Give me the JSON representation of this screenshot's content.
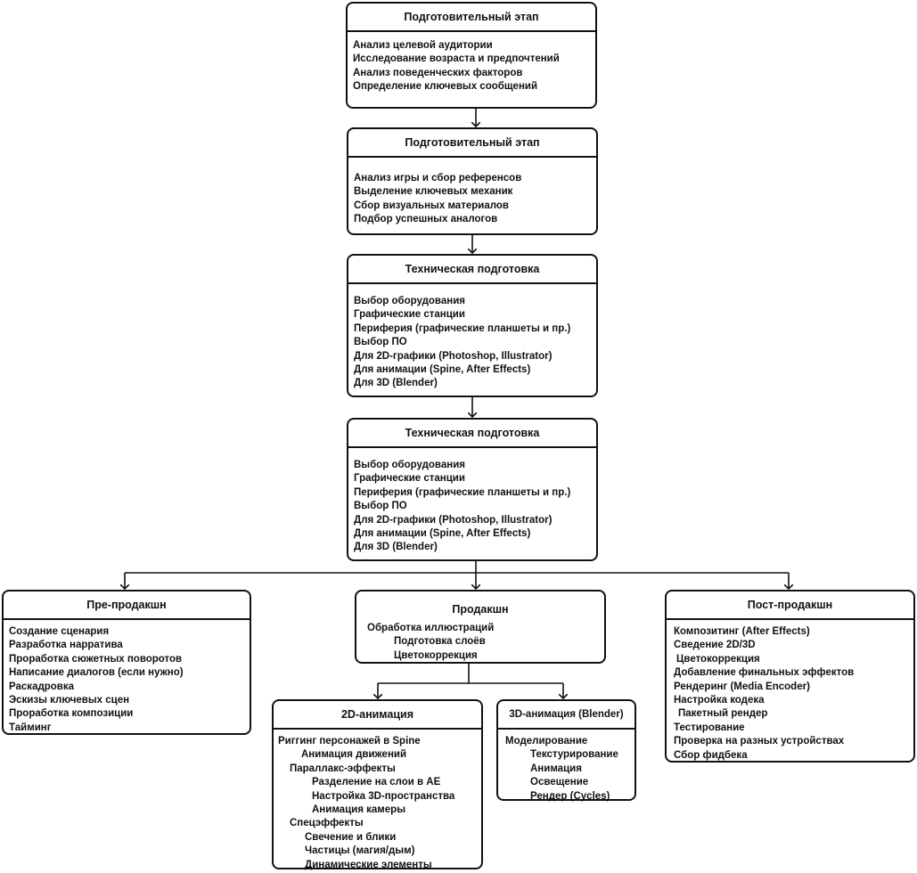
{
  "boxes": [
    {
      "title": "Подготовительный этап",
      "items": [
        {
          "text": "Анализ целевой аудитории",
          "level": 0
        },
        {
          "text": "Исследование возраста и предпочтений",
          "level": 0
        },
        {
          "text": "Анализ поведенческих факторов",
          "level": 0
        },
        {
          "text": "Определение ключевых сообщений",
          "level": 0
        }
      ]
    },
    {
      "title": "Подготовительный этап",
      "items": [
        {
          "text": "Анализ игры и сбор референсов",
          "level": 0
        },
        {
          "text": "Выделение ключевых механик",
          "level": 0
        },
        {
          "text": "Сбор визуальных материалов",
          "level": 0
        },
        {
          "text": "Подбор успешных аналогов",
          "level": 0
        }
      ]
    },
    {
      "title": "Техническая подготовка",
      "items": [
        {
          "text": "Выбор оборудования",
          "level": 0
        },
        {
          "text": "Графические станции",
          "level": 0
        },
        {
          "text": "Периферия (графические планшеты и пр.)",
          "level": 0
        },
        {
          "text": "Выбор ПО",
          "level": 0
        },
        {
          "text": "Для 2D-графики (Photoshop, Illustrator)",
          "level": 0
        },
        {
          "text": "Для анимации (Spine, After Effects)",
          "level": 0
        },
        {
          "text": "Для 3D (Blender)",
          "level": 0
        }
      ]
    },
    {
      "title": "Техническая подготовка",
      "items": [
        {
          "text": "Выбор оборудования",
          "level": 0
        },
        {
          "text": "Графические станции",
          "level": 0
        },
        {
          "text": "Периферия (графические планшеты и пр.)",
          "level": 0
        },
        {
          "text": "Выбор ПО",
          "level": 0
        },
        {
          "text": "Для 2D-графики (Photoshop, Illustrator)",
          "level": 0
        },
        {
          "text": "Для анимации (Spine, After Effects)",
          "level": 0
        },
        {
          "text": "Для 3D (Blender)",
          "level": 0
        }
      ]
    },
    {
      "title": "Пре-продакшн",
      "items": [
        {
          "text": "Создание сценария",
          "level": 0
        },
        {
          "text": "Разработка нарратива",
          "level": 0
        },
        {
          "text": "Проработка сюжетных поворотов",
          "level": 0
        },
        {
          "text": "Написание диалогов (если нужно)",
          "level": 0
        },
        {
          "text": "Раскадровка",
          "level": 0
        },
        {
          "text": "Эскизы ключевых сцен",
          "level": 0
        },
        {
          "text": "Проработка композиции",
          "level": 0
        },
        {
          "text": "Тайминг",
          "level": 0
        }
      ]
    },
    {
      "title": "Продакшн",
      "items": [
        {
          "text": "Обработка иллюстраций",
          "level": 0
        },
        {
          "text": "Подготовка слоёв",
          "level": 1
        },
        {
          "text": "Цветокоррекция",
          "level": 1
        }
      ]
    },
    {
      "title": "Пост-продакшн",
      "items": [
        {
          "text": "Композитинг (After Effects)",
          "level": 0
        },
        {
          "text": "Сведение 2D/3D",
          "level": 0
        },
        {
          "text": "Цветокоррекция",
          "level": 0
        },
        {
          "text": "Добавление финальных эффектов",
          "level": 0
        },
        {
          "text": "Рендеринг (Media Encoder)",
          "level": 0
        },
        {
          "text": "Настройка кодека",
          "level": 0
        },
        {
          "text": "Пакетный рендер",
          "level": 0
        },
        {
          "text": "Тестирование",
          "level": 0
        },
        {
          "text": "Проверка на разных устройствах",
          "level": 0
        },
        {
          "text": "Сбор фидбека",
          "level": 0
        }
      ]
    },
    {
      "title": "2D-анимация",
      "items": [
        {
          "text": "Риггинг персонажей в Spine",
          "level": 0
        },
        {
          "text": "Анимация движений",
          "level": 2
        },
        {
          "text": "Параллакс-эффекты",
          "level": 1
        },
        {
          "text": "Разделение на слои в АЕ",
          "level": 3
        },
        {
          "text": "Настройка 3D-пространства",
          "level": 3
        },
        {
          "text": "Анимация камеры",
          "level": 3
        },
        {
          "text": "Спецэффекты",
          "level": 1
        },
        {
          "text": "Свечение и блики",
          "level": 2
        },
        {
          "text": "Частицы (магия/дым)",
          "level": 2
        },
        {
          "text": "Динамические элементы",
          "level": 2
        }
      ]
    },
    {
      "title": "3D-анимация (Blender)",
      "items": [
        {
          "text": "Моделирование",
          "level": 0
        },
        {
          "text": "Текстурирование",
          "level": 2
        },
        {
          "text": "Анимация",
          "level": 2
        },
        {
          "text": "Освещение",
          "level": 2
        },
        {
          "text": "Рендер (Cycles)",
          "level": 2
        }
      ]
    }
  ]
}
